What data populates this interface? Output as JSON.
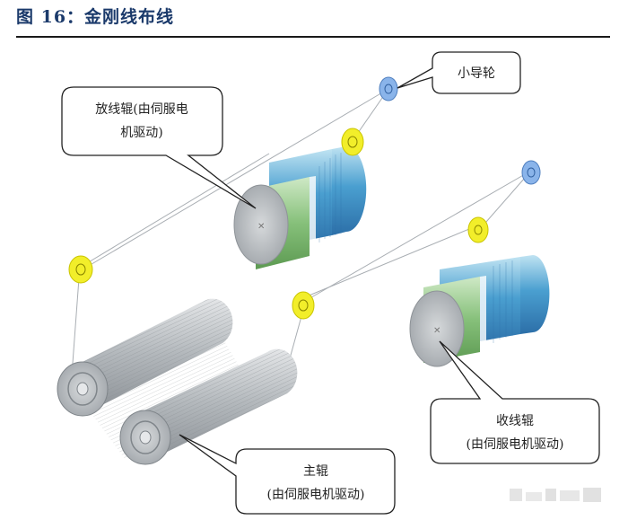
{
  "figure": {
    "title": "图 16：金刚线布线"
  },
  "callouts": {
    "small_pulley": {
      "lines": [
        "小导轮"
      ]
    },
    "payoff_roller": {
      "lines": [
        "放线辊(由伺服电",
        "机驱动)"
      ]
    },
    "main_roller": {
      "lines": [
        "主辊",
        "(由伺服电机驱动)"
      ]
    },
    "takeup_roller": {
      "lines": [
        "收线辊",
        "(由伺服电机驱动)"
      ]
    }
  },
  "colors": {
    "pulley_yellow": "#f2ee2a",
    "pulley_blue": "#8ab4ea",
    "roller_blue": "#3f90c4",
    "roller_green": "#86c07a",
    "roller_gray": "#b9bdc0",
    "title_color": "#1b3a6b"
  }
}
